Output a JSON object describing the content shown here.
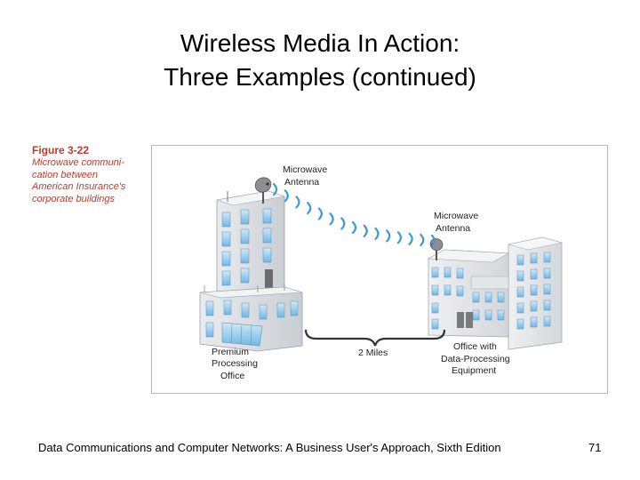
{
  "slide": {
    "title_line1": "Wireless Media In Action:",
    "title_line2": "Three Examples (continued)"
  },
  "figure": {
    "number": "Figure 3-22",
    "caption_lines": [
      "Microwave communi-",
      "cation between",
      "American Insurance's",
      "corporate buildings"
    ]
  },
  "diagram": {
    "left_antenna_label": [
      "Microwave",
      "Antenna"
    ],
    "right_antenna_label": [
      "Microwave",
      "Antenna"
    ],
    "left_building_label": [
      "Premium",
      "Processing",
      "Office"
    ],
    "right_building_label": [
      "Office with",
      "Data-Processing",
      "Equipment"
    ],
    "distance_label": "2 Miles"
  },
  "footer": {
    "text": "Data Communications and Computer Networks: A Business User's Approach, Sixth Edition",
    "page": "71"
  }
}
